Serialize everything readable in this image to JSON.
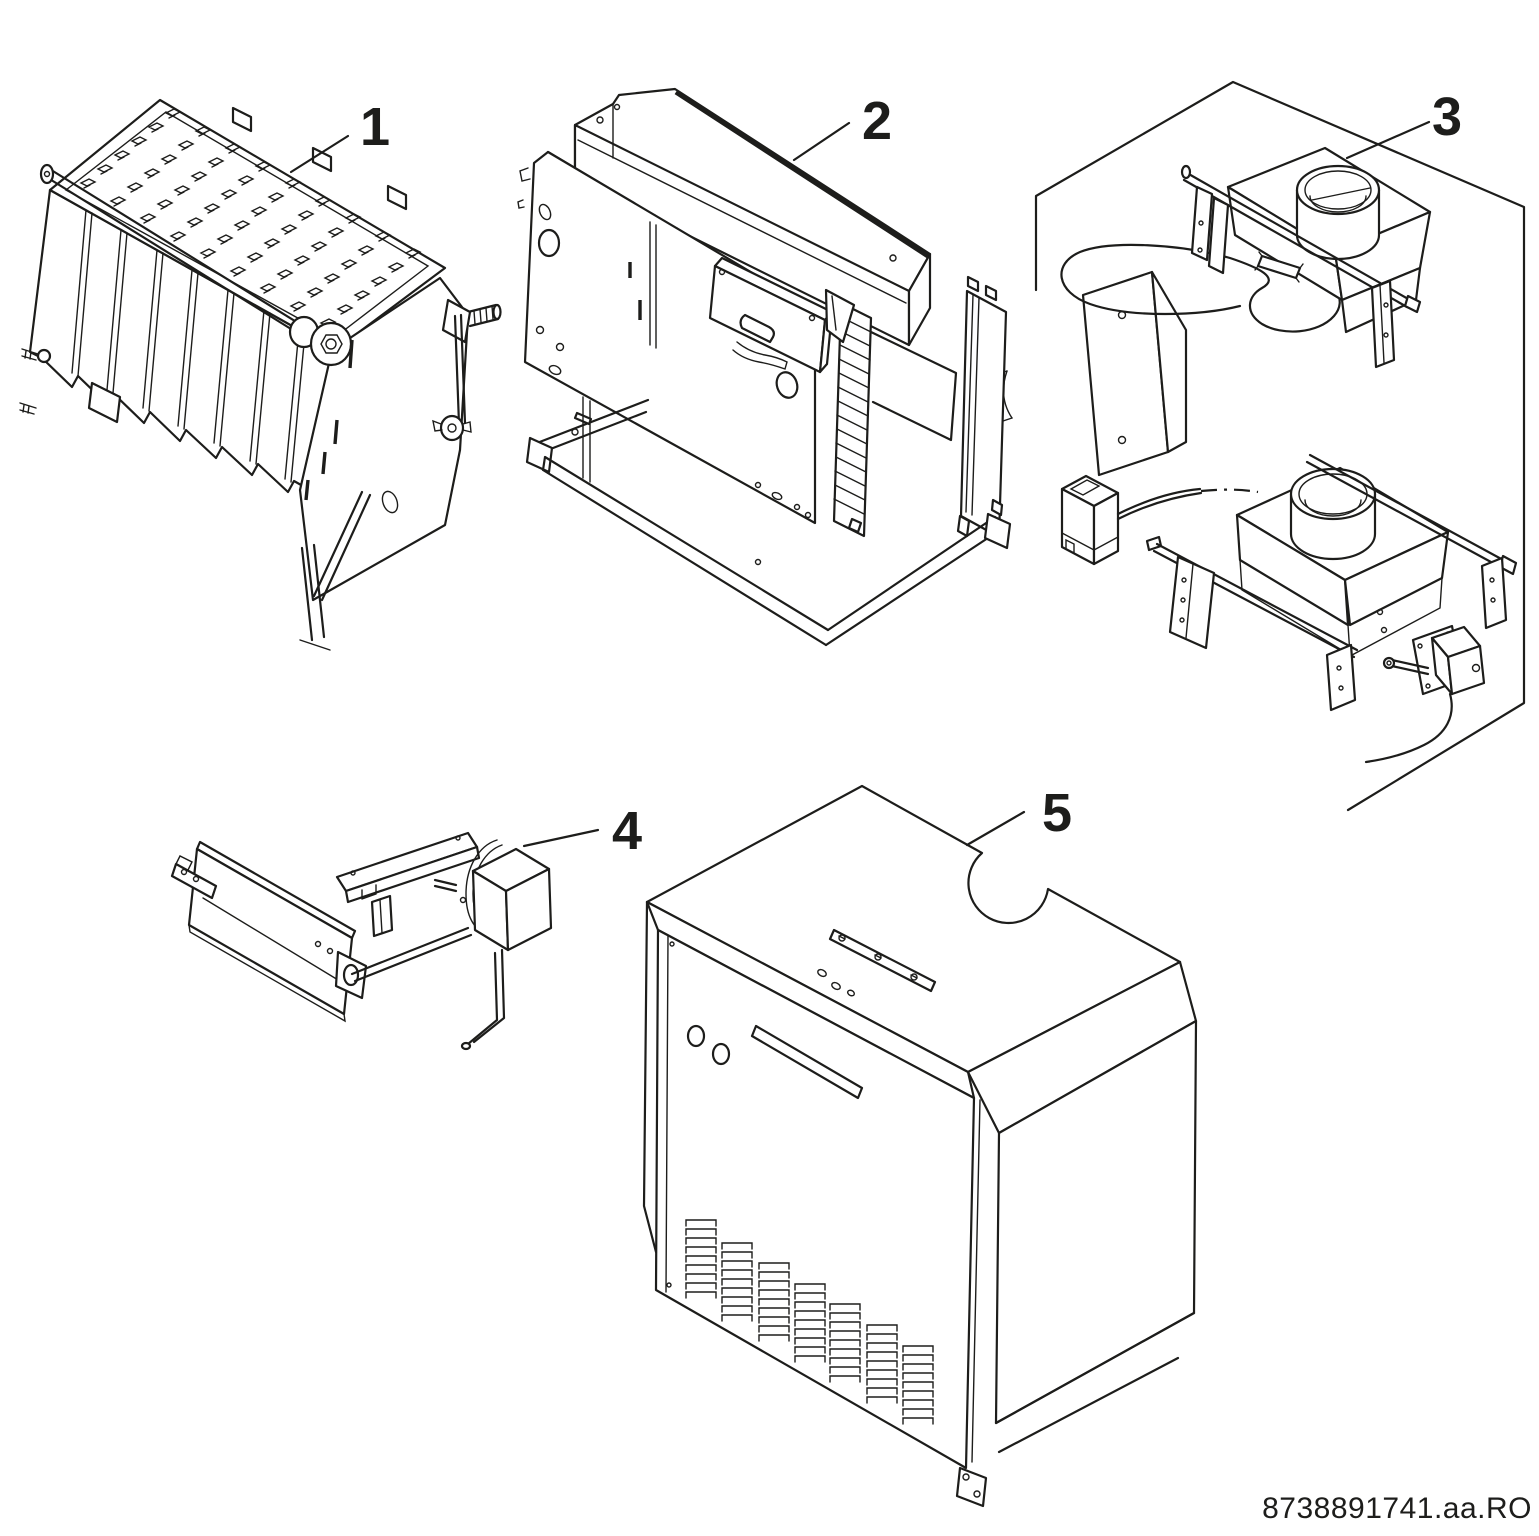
{
  "style": {
    "ink_color": "#1d1d1b",
    "background_color": "#ffffff"
  },
  "callouts": [
    {
      "label": "1"
    },
    {
      "label": "2"
    },
    {
      "label": "3"
    },
    {
      "label": "4"
    },
    {
      "label": "5"
    }
  ],
  "footer": {
    "document_code": "8738891741.aa.RO"
  }
}
